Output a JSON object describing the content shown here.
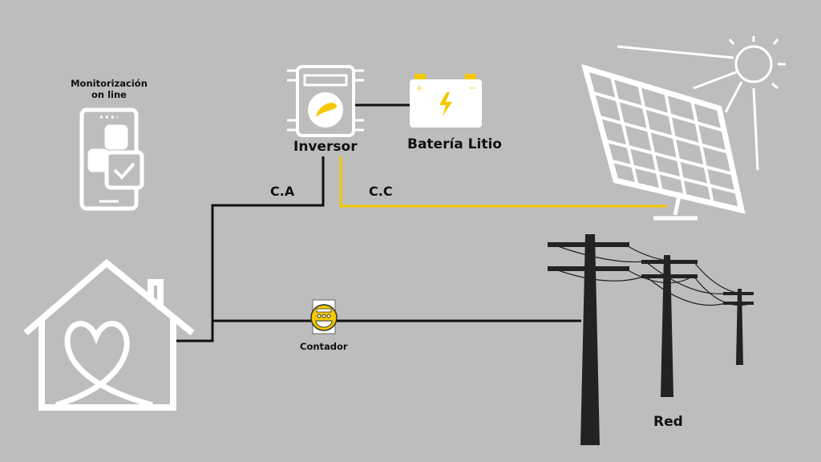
{
  "labels": {
    "monitoring": [
      "Monitorización",
      "on line"
    ],
    "inverter": "Inversor",
    "battery": "Batería Litio",
    "ac": "C.A",
    "dc": "C.C",
    "meter": "Contador",
    "grid": "Red"
  },
  "colors": {
    "background": "#bdbdbd",
    "accent_yellow": "#f5c800",
    "line_black": "#111111",
    "icon_white": "#ffffff",
    "pole": "#222222"
  },
  "icons": [
    "phone-monitoring-icon",
    "inverter-icon",
    "battery-icon",
    "solar-panel-icon",
    "sun-icon",
    "house-heart-icon",
    "meter-icon",
    "power-pole-icon"
  ]
}
